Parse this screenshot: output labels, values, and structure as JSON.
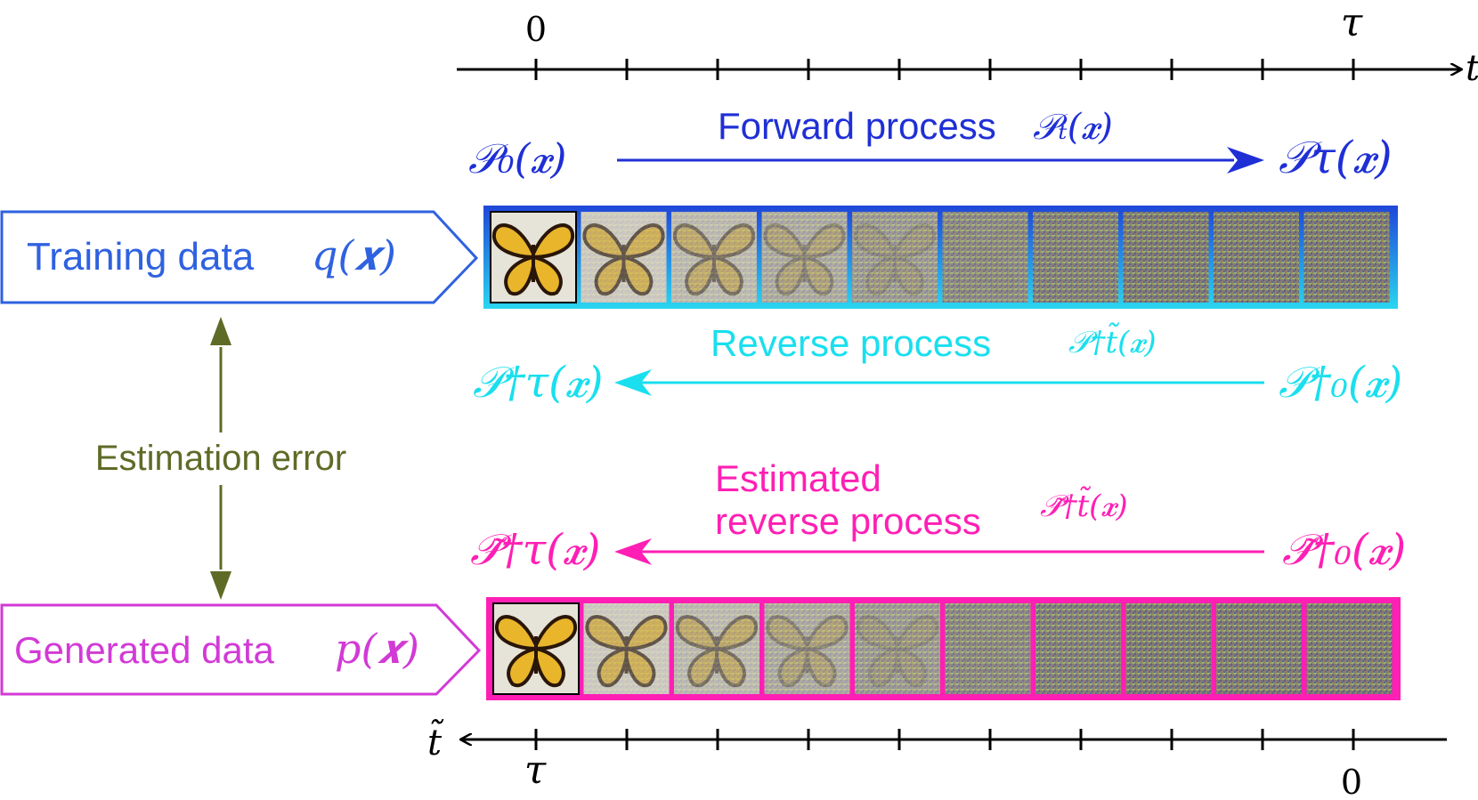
{
  "colors": {
    "axis": "#000000",
    "forward": "#1f2fd6",
    "training": "#2f62e0",
    "reverse": "#19dfee",
    "estimated": "#ff1fb4",
    "generated": "#d23ad6",
    "error": "#5e6b27",
    "wing": "#e8b52b",
    "wing_dark": "#2a1608"
  },
  "top_axis": {
    "start_label": "0",
    "end_label": "τ",
    "axis_label": "t",
    "ticks": 10
  },
  "bottom_axis": {
    "start_label": "τ",
    "end_label": "0",
    "axis_label": "t̃",
    "ticks": 10
  },
  "forward": {
    "label": "Forward process",
    "label_math": "𝒫ₜ(𝒙)",
    "left_math": "𝒫₀(𝒙)",
    "right_math": "𝒫τ(𝒙)"
  },
  "reverse": {
    "label": "Reverse process",
    "label_math": "𝒫†t̃(𝒙)",
    "left_math": "𝒫†τ(𝒙)",
    "right_math": "𝒫†₀(𝒙)"
  },
  "estimated": {
    "label_line1": "Estimated",
    "label_line2": "reverse process",
    "label_math": "𝒫̃†t̃(𝒙)",
    "left_math": "𝒫̃†τ(𝒙)",
    "right_math": "𝒫̃†₀(𝒙)"
  },
  "training_box": {
    "label": "Training data",
    "math": "q(𝒙)"
  },
  "generated_box": {
    "label": "Generated data",
    "math": "p(𝒙)"
  },
  "error_label": "Estimation error",
  "training_strip": {
    "frames": 10,
    "noise_levels": [
      0,
      0.25,
      0.4,
      0.55,
      0.7,
      0.85,
      0.95,
      1,
      1,
      1
    ]
  },
  "generated_strip": {
    "frames": 10,
    "noise_levels": [
      0,
      0.25,
      0.4,
      0.55,
      0.7,
      0.85,
      0.95,
      1,
      1,
      1
    ]
  }
}
